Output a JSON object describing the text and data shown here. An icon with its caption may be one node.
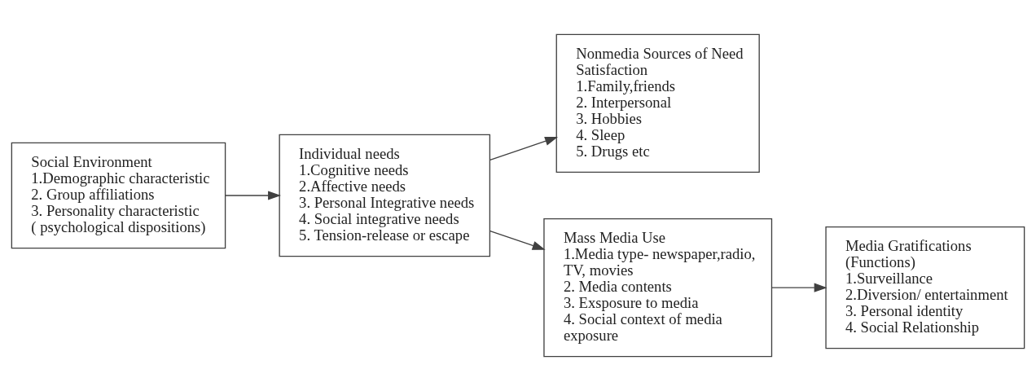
{
  "diagram": {
    "nodes": [
      {
        "text": [
          "Social Environment",
          "1.Demographic characteristic",
          "2. Group affiliations",
          "3. Personality characteristic ( psychological dispositions)"
        ]
      },
      {
        "text": [
          "Individual needs",
          "1.Cognitive needs",
          "2.Affective needs",
          "3. Personal Integrative needs",
          "4. Social integrative needs",
          "5. Tension-release or escape"
        ]
      },
      {
        "text": [
          "Nonmedia Sources of Need Satisfaction",
          "1.Family,friends",
          "2. Interpersonal",
          "3. Hobbies",
          "4. Sleep",
          "5. Drugs etc"
        ]
      },
      {
        "text": [
          "Mass Media Use",
          "1.Media type- newspaper,radio, TV, movies",
          "2. Media contents",
          "3. Exsposure to media",
          "4. Social context of media exposure"
        ]
      },
      {
        "text": [
          "Media Gratifications (Functions)",
          "1.Surveillance",
          "2.Diversion/ entertainment",
          "3. Personal identity",
          "4. Social Relationship"
        ]
      }
    ],
    "edges": [
      {
        "from": 0,
        "to": 1,
        "arrow": "to"
      },
      {
        "from": 1,
        "to": 2,
        "arrow": "to"
      },
      {
        "from": 1,
        "to": 3,
        "arrow": "to"
      },
      {
        "from": 3,
        "to": 4,
        "arrow": "to"
      }
    ]
  }
}
